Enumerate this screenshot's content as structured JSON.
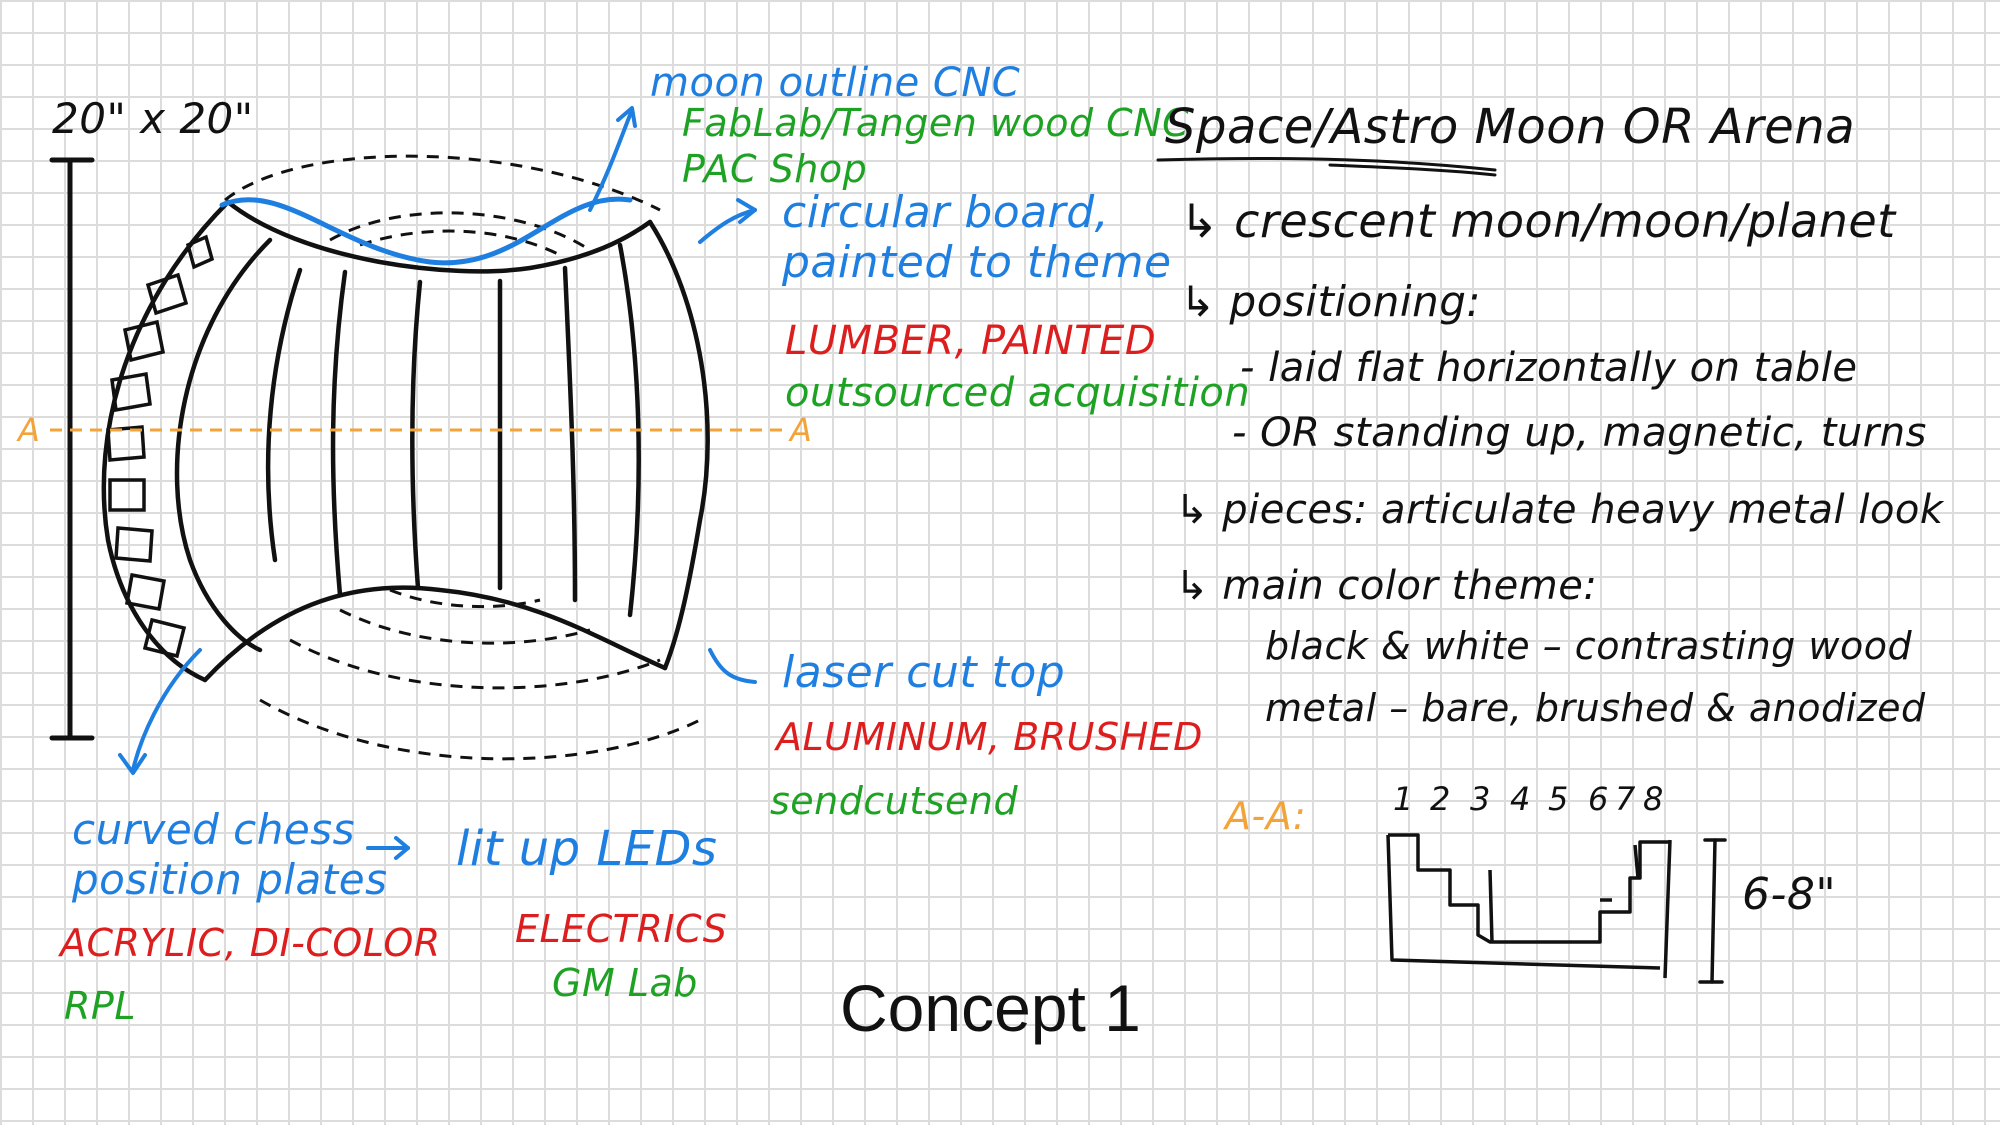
{
  "title": "Concept 1",
  "dimensions": "20\" x 20\"",
  "section_label_left": "A",
  "section_label_right": "A",
  "callouts": {
    "moon_outline": "moon outline CNC",
    "moon_outline_source_1": "FabLab/Tangen wood CNC",
    "moon_outline_source_2": "PAC Shop",
    "circular_board_1": "circular board,",
    "circular_board_2": "painted to theme",
    "lumber": "LUMBER, PAINTED",
    "outsourced": "outsourced acquisition",
    "laser_cut": "laser cut top",
    "aluminum": "ALUMINUM, BRUSHED",
    "sendcutsend": "sendcutsend",
    "chess_plates_1": "curved chess",
    "chess_plates_2": "position plates",
    "leds": "lit up LEDs",
    "acrylic": "ACRYLIC, DI-COLOR",
    "rpl": "RPL",
    "electrics": "ELECTRICS",
    "gm_lab": "GM Lab"
  },
  "notes": {
    "heading": "Space/Astro Moon OR Arena",
    "line1": "↳ crescent moon/moon/planet",
    "line2": "↳ positioning:",
    "line3": "- laid flat horizontally on table",
    "line4": "- OR standing up, magnetic, turns",
    "line5": "↳ pieces: articulate heavy metal look",
    "line6": "↳ main color theme:",
    "line7": "black & white – contrasting wood",
    "line8": "metal – bare, brushed & anodized"
  },
  "section": {
    "label": "A-A:",
    "levels": [
      "1",
      "2",
      "3",
      "4",
      "5",
      "6",
      "7",
      "8"
    ],
    "height": "6-8\""
  },
  "colors": {
    "ink_black": "#111111",
    "ink_blue": "#1f7fe0",
    "ink_green": "#1ea224",
    "ink_red": "#dc1e1e",
    "ink_orange": "#f2a33a",
    "grid": "#dcdcdc"
  }
}
